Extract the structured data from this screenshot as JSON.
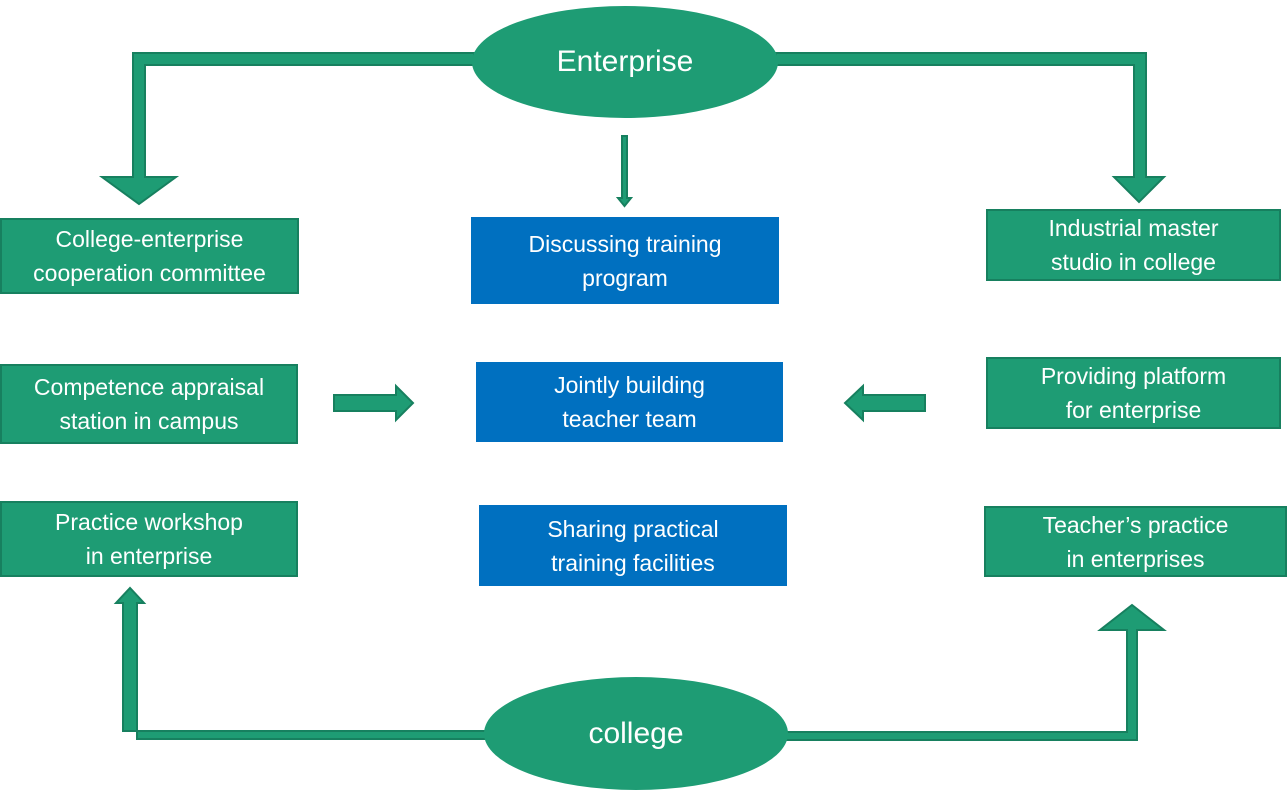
{
  "nodes": {
    "enterprise": "Enterprise",
    "college": "college",
    "left": [
      "College-enterprise\ncooperation committee",
      "Competence appraisal\nstation  in campus",
      "Practice workshop\nin enterprise"
    ],
    "center": [
      "Discussing training\nprogram",
      "Jointly building\nteacher team",
      "Sharing practical\ntraining facilities"
    ],
    "right": [
      "Industrial master\nstudio in college",
      "Providing platform\nfor enterprise",
      "Teacher’s practice\nin enterprises"
    ]
  },
  "colors": {
    "green": "#1e9c74",
    "green_border": "#17805f",
    "blue": "#0070c0",
    "text": "#ffffff"
  }
}
